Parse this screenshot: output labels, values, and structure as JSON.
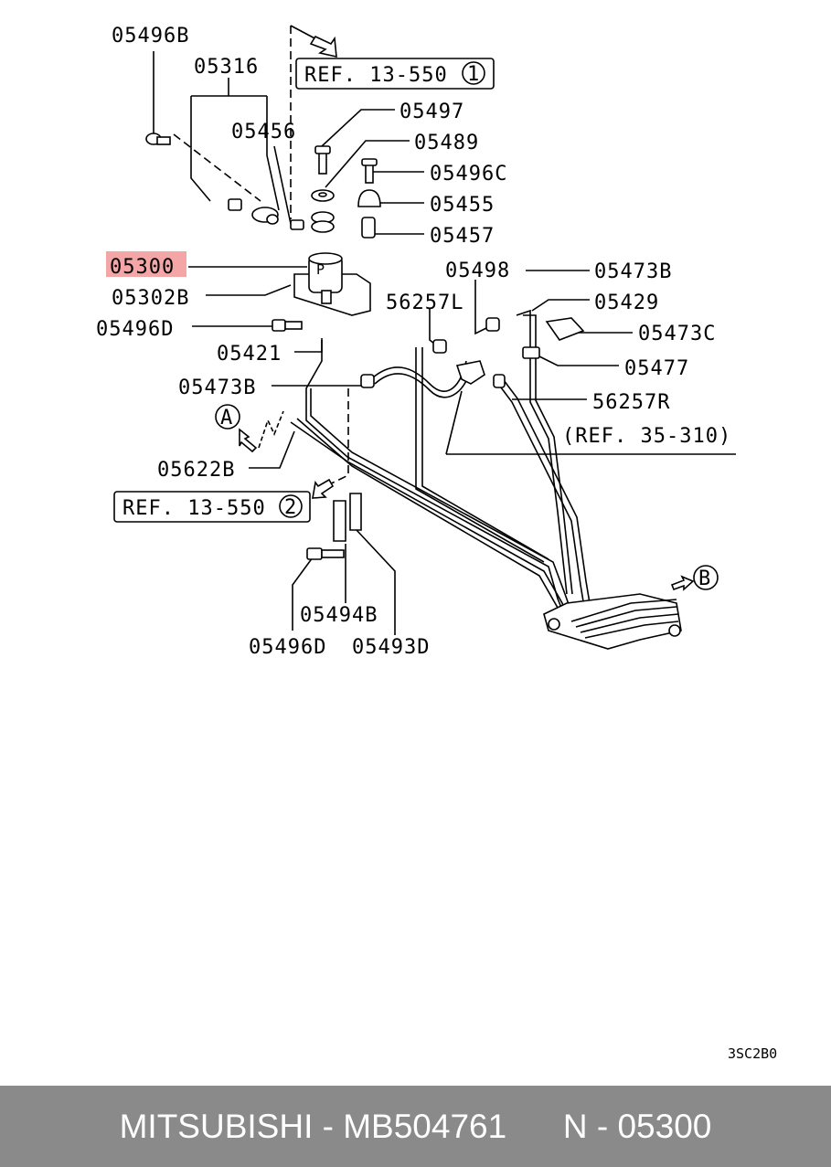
{
  "labels": {
    "p05496B": "05496B",
    "p05316": "05316",
    "p05456": "05456",
    "p05497": "05497",
    "p05489": "05489",
    "p05496C": "05496C",
    "p05455": "05455",
    "p05457": "05457",
    "p05300": "05300",
    "p05302B": "05302B",
    "p05496D_top": "05496D",
    "p05421": "05421",
    "p05473B_left": "05473B",
    "p05498": "05498",
    "p05473B_right": "05473B",
    "p05429": "05429",
    "p56257L": "56257L",
    "p05473C": "05473C",
    "p05477": "05477",
    "p56257R": "56257R",
    "p05622B": "05622B",
    "p05494B": "05494B",
    "p05496D_bottom": "05496D",
    "p05493D": "05493D"
  },
  "refs": {
    "ref1": "REF. 13-550",
    "ref1_num": "1",
    "ref2": "REF. 13-550",
    "ref2_num": "2",
    "ref35": "(REF. 35-310)"
  },
  "markers": {
    "a": "A",
    "b": "B"
  },
  "diagram_code": "3SC2B0",
  "highlight_color": "#f4a6a6",
  "footer": {
    "text": "MITSUBISHI - MB504761      N - 05300"
  }
}
